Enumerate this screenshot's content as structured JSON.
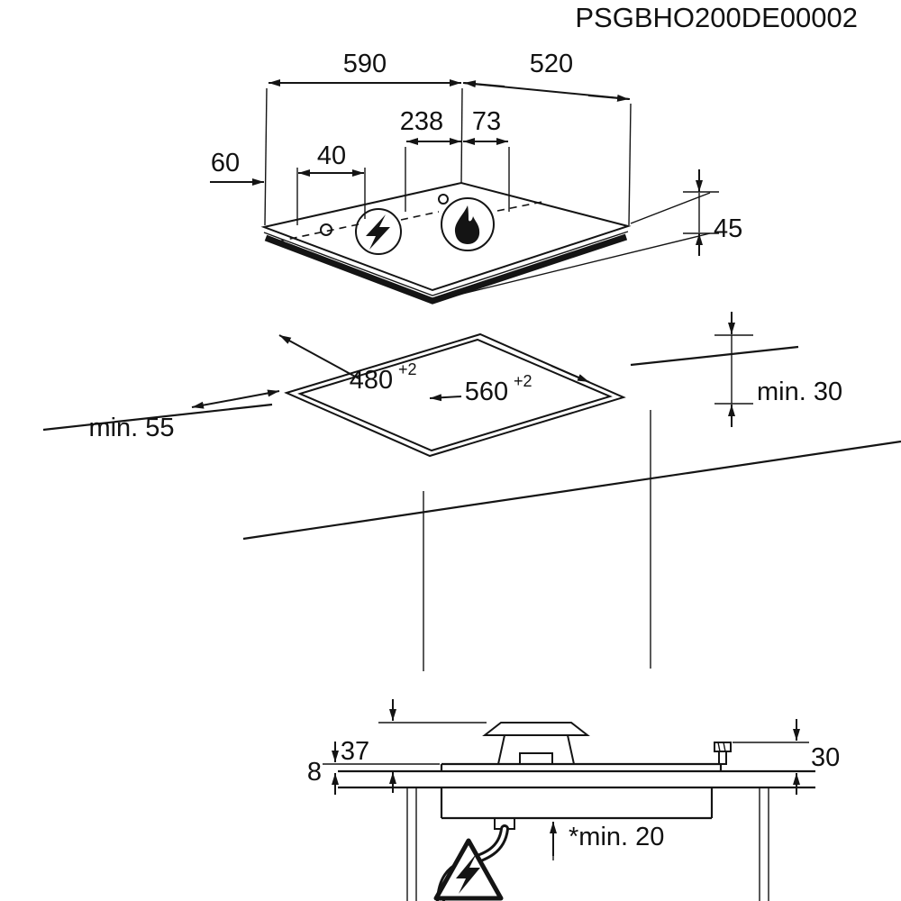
{
  "title": "PSGBHO200DE00002",
  "top_view": {
    "width": "590",
    "depth": "520",
    "burner_center": "238",
    "burner_edge": "73",
    "side_offset": "60",
    "control_offset": "40",
    "height": "45"
  },
  "cutout_view": {
    "depth": "480",
    "depth_tol": "+2",
    "width": "560",
    "width_tol": "+2",
    "front_clearance": "min. 55",
    "rear_clearance": "min. 30"
  },
  "section_view": {
    "burner_height": "37",
    "profile_height": "8",
    "fitting_height": "30",
    "bottom_clearance": "*min. 20"
  },
  "icons": {
    "electric_ignition": "lightning-bolt",
    "gas_burner": "flame",
    "warning": "electric-hazard-triangle"
  },
  "colors": {
    "line": "#141414",
    "background": "#ffffff"
  }
}
